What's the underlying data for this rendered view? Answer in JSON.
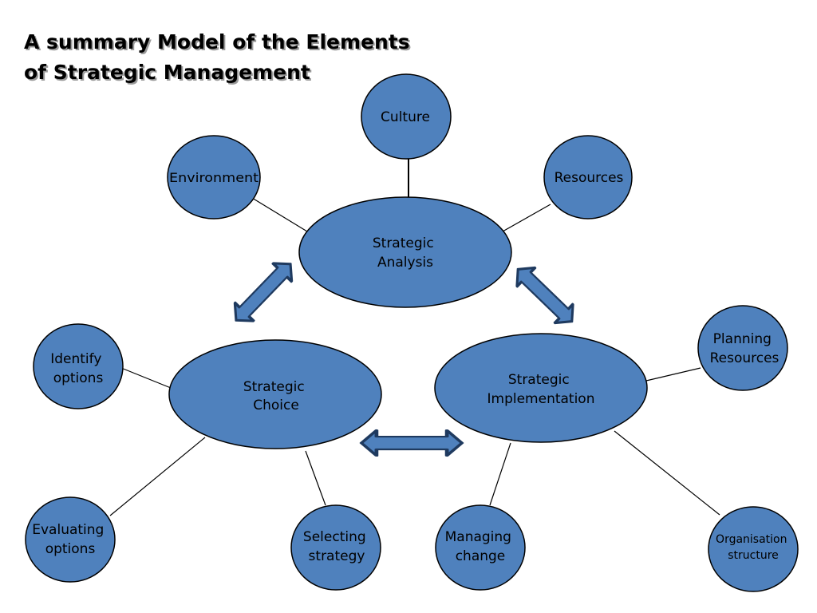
{
  "title": {
    "line1": "A summary Model of the Elements",
    "line2": "of Strategic Management"
  },
  "colors": {
    "node_fill": "#4f81bd",
    "node_stroke": "#000000",
    "arrow_fill": "#4f81bd",
    "connector": "#000000"
  },
  "nodes": {
    "culture": [
      "Culture"
    ],
    "environment": [
      "Environment"
    ],
    "resources": [
      "Resources"
    ],
    "strategic_analysis": [
      "Strategic",
      "Analysis"
    ],
    "identify_options": [
      "Identify",
      "options"
    ],
    "strategic_choice": [
      "Strategic",
      "Choice"
    ],
    "strategic_implementation": [
      "Strategic",
      "Implementation"
    ],
    "planning_resources": [
      "Planning",
      "Resources"
    ],
    "evaluating_options": [
      "Evaluating",
      "options"
    ],
    "selecting_strategy": [
      "Selecting",
      "strategy"
    ],
    "managing_change": [
      "Managing",
      "change"
    ],
    "organisation_structure": [
      "Organisation",
      "structure"
    ]
  }
}
